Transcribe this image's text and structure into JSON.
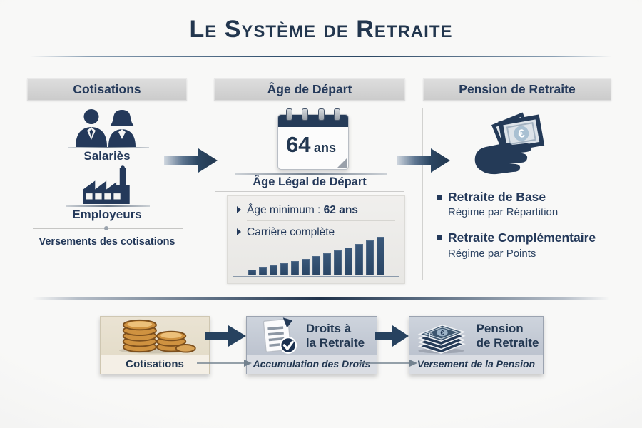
{
  "title": "Le Système de Retraite",
  "sections": {
    "cotisations": {
      "header": "Cotisations",
      "group1_label": "Salariès",
      "group2_label": "Employeurs",
      "footer": "Versements des cotisations"
    },
    "age_depart": {
      "header": "Âge de Départ",
      "calendar_value": "64",
      "calendar_unit": "ans",
      "calendar_caption": "Âge Légal de Départ",
      "bullet1_text": "Âge minimum : ",
      "bullet1_bold": "62 ans",
      "bullet2_text": "Carrière complète",
      "chart": {
        "type": "bar",
        "title": "Carrière complète (progression)",
        "values": [
          8,
          11,
          14,
          17,
          20,
          23,
          27,
          31,
          35,
          39,
          44,
          49,
          54
        ],
        "bar_color": "#2d4a6b",
        "axes_labeled": false
      }
    },
    "pension": {
      "header": "Pension de Retraite",
      "items": [
        {
          "title": "Retraite de Base",
          "subtitle": "Régime par Répartition"
        },
        {
          "title": "Retraite Complémentaire",
          "subtitle": "Régime par Points"
        }
      ]
    }
  },
  "flow": {
    "step1_label": "Cotisations",
    "step2_title_line1": "Droits à",
    "step2_title_line2": "la Retraite",
    "step2_caption": "Accumulation des Droits",
    "step3_title_line1": "Pension",
    "step3_title_line2": "de Retraite",
    "step3_caption": "Versement de la Pension"
  },
  "icons": {
    "euro_symbol": "€",
    "names": [
      "employees-icon",
      "factory-icon",
      "calendar-icon",
      "hand-money-icon",
      "coins-icon",
      "document-check-icon",
      "banknotes-icon",
      "arrow-right-icon"
    ]
  },
  "colors": {
    "navy": "#24395a",
    "title": "#22364e",
    "header_bar": "#d5d5d5",
    "info_box": "#edecea",
    "beige_box": "#e6dfcd",
    "gray_box": "#c2c8d3",
    "gold_coin": "#cf9240",
    "bar": "#2d4a6b"
  }
}
